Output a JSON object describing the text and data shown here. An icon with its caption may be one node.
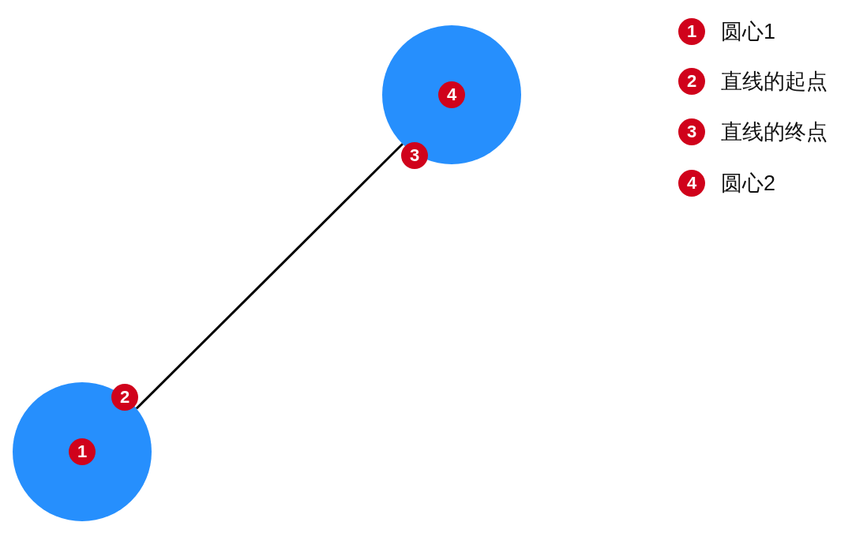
{
  "diagram": {
    "nodes": [
      {
        "text": [
          "1"
        ]
      },
      {
        "text": [
          "4"
        ]
      }
    ],
    "edges": [
      {
        "from": 0,
        "to": 1,
        "arrow": "none"
      }
    ],
    "labels": [
      "2",
      "3",
      "1",
      "圆心1",
      "2",
      "直线的起点",
      "3",
      "直线的终点",
      "4",
      "圆心2"
    ]
  }
}
